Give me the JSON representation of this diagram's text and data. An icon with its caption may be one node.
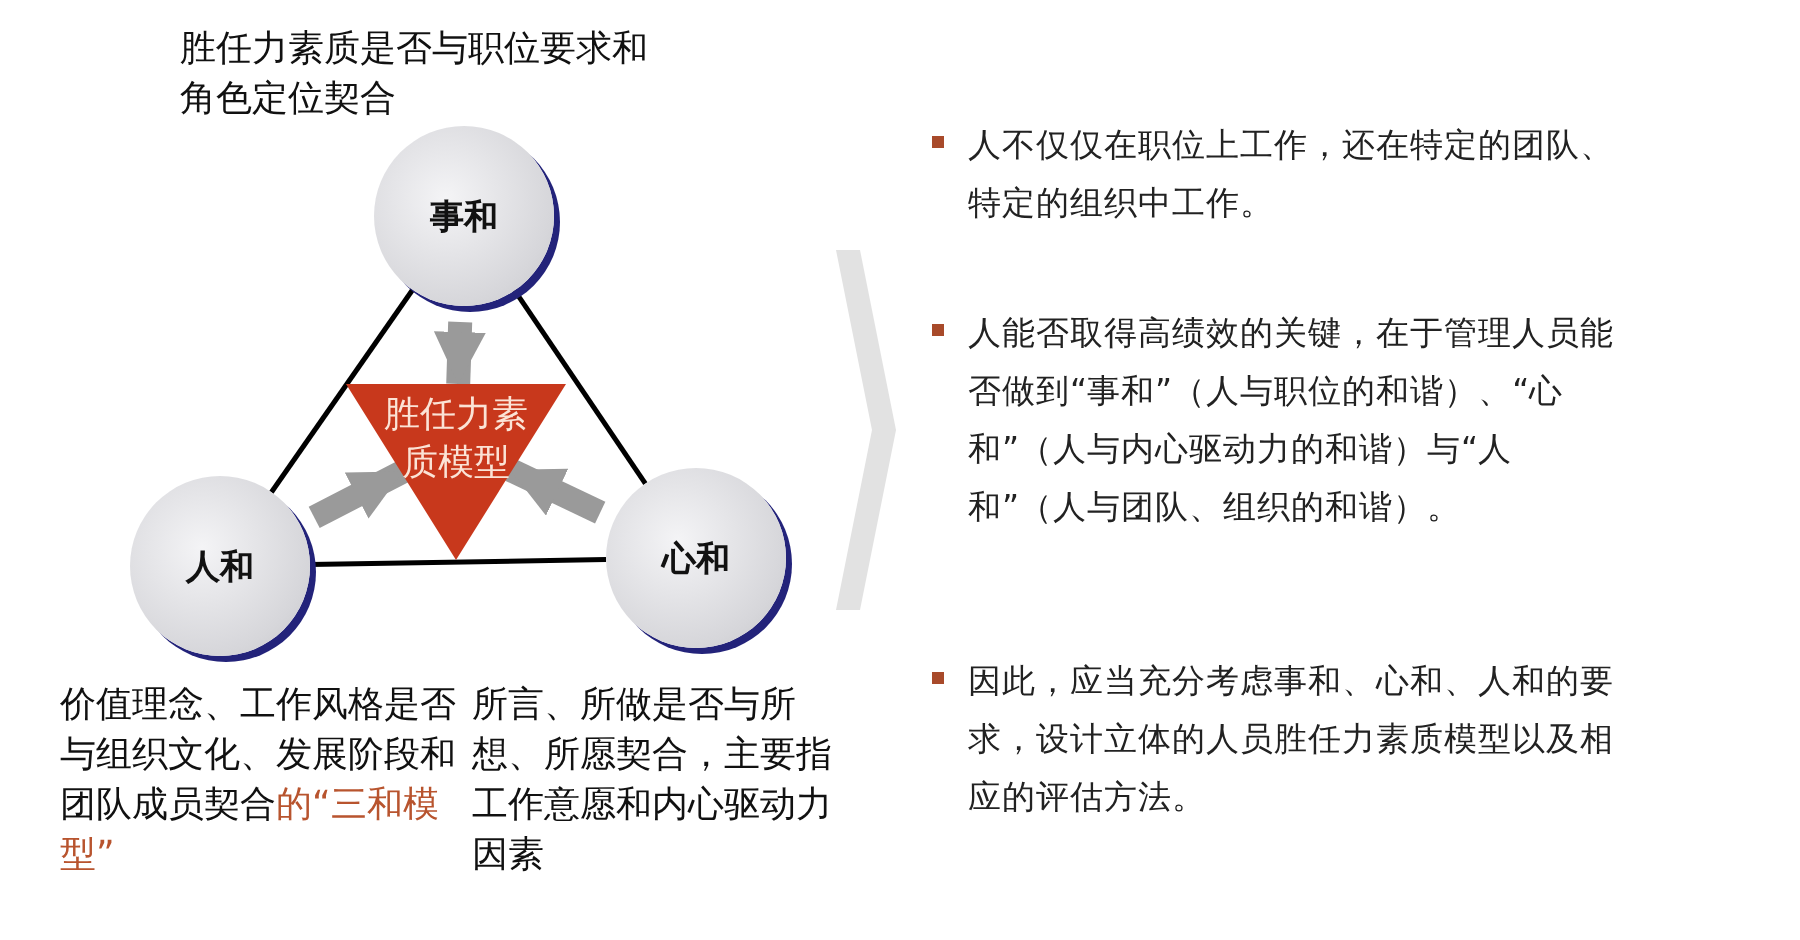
{
  "diagram": {
    "nodes": [
      {
        "text": [
          "事和"
        ],
        "beside": [
          "胜任力素质是否与职位要求和角色定位契合"
        ]
      },
      {
        "text": [
          "人和"
        ],
        "beside": [
          "价值理念、工作风格是否与组织文化、发展阶段和团队成员契合",
          "的“三和模型”"
        ]
      },
      {
        "text": [
          "心和"
        ],
        "beside": [
          "所言、所做是否与所想、所愿契合，主要指工作意愿和内心驱动力因素"
        ]
      },
      {
        "text": [
          "胜任力素质模型"
        ]
      }
    ],
    "edges": [
      {
        "from": 0,
        "to": 1,
        "arrow": "none"
      },
      {
        "from": 0,
        "to": 2,
        "arrow": "none"
      },
      {
        "from": 1,
        "to": 2,
        "arrow": "none"
      },
      {
        "from": 0,
        "to": 3,
        "arrow": "to",
        "style": "thick",
        "color": "#9a9a9a"
      },
      {
        "from": 1,
        "to": 3,
        "arrow": "to",
        "style": "thick",
        "color": "#9a9a9a"
      },
      {
        "from": 2,
        "to": 3,
        "arrow": "to",
        "style": "thick",
        "color": "#9a9a9a"
      }
    ],
    "labels": [
      "人不仅仅在职位上工作，还在特定的团队、特定的组织中工作。",
      "人能否取得高绩效的关键，在于管理人员能否做到“事和”（人与职位的和谐）、“心和”（人与内心驱动力的和谐）与“人和”（人与团队、组织的和谐）。",
      "因此，应当充分考虑事和、心和、人和的要求，设计立体的人员胜任力素质模型以及相应的评估方法。"
    ]
  }
}
